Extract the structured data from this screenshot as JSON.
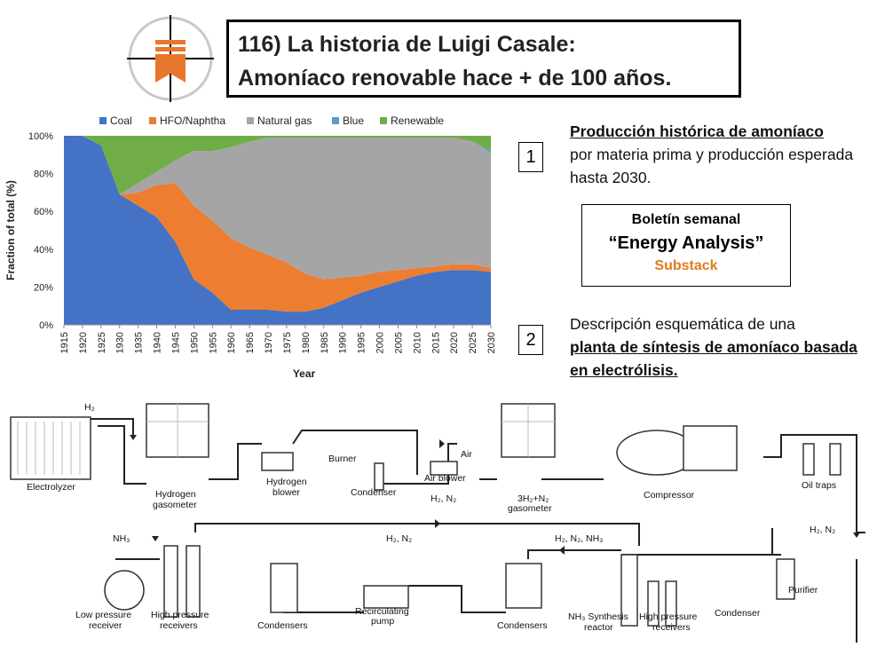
{
  "header": {
    "title_line1": "116) La historia de Luigi Casale:",
    "title_line2": "Amoníaco renovable hace + de 100 años."
  },
  "chart_data": {
    "type": "area",
    "stacked": true,
    "x": [
      1915,
      1920,
      1925,
      1930,
      1935,
      1940,
      1945,
      1950,
      1955,
      1960,
      1965,
      1970,
      1975,
      1980,
      1985,
      1990,
      1995,
      2000,
      2005,
      2010,
      2015,
      2020,
      2025,
      2030
    ],
    "x_tick_labels": [
      "1915",
      "1920",
      "1925",
      "1930",
      "1935",
      "1940",
      "1945",
      "1950",
      "1955",
      "1960",
      "1965",
      "1970",
      "1975",
      "1980",
      "1985",
      "1990",
      "1995",
      "2000",
      "2005",
      "2010",
      "2015",
      "2020",
      "2025",
      "2030"
    ],
    "series": [
      {
        "name": "Coal",
        "color": "#4472c4",
        "values": [
          100,
          100,
          95,
          69,
          63,
          57,
          44,
          24,
          17,
          8,
          8,
          8,
          7,
          7,
          9,
          13,
          17,
          20,
          23,
          26,
          28,
          29,
          29,
          28
        ]
      },
      {
        "name": "HFO/Naphtha",
        "color": "#ed7d31",
        "values": [
          0,
          0,
          0,
          0,
          7,
          17,
          31,
          39,
          38,
          38,
          33,
          29,
          26,
          20,
          15,
          12,
          9,
          8,
          6,
          4,
          3,
          3,
          3,
          2
        ]
      },
      {
        "name": "Natural gas",
        "color": "#a5a5a5",
        "values": [
          0,
          0,
          0,
          0,
          5,
          7,
          12,
          29,
          37,
          48,
          56,
          62,
          66,
          72,
          75,
          74,
          73,
          71,
          70,
          69,
          68,
          67,
          65,
          61
        ]
      },
      {
        "name": "Blue",
        "color": "#5b9bd5",
        "values": [
          0,
          0,
          0,
          0,
          0,
          0,
          0,
          0,
          0,
          0,
          0,
          0,
          0,
          0,
          0,
          0,
          0,
          0,
          0,
          0,
          0,
          0,
          0,
          1
        ]
      },
      {
        "name": "Renewable",
        "color": "#70ad47",
        "values": [
          0,
          0,
          5,
          31,
          25,
          19,
          13,
          8,
          8,
          6,
          3,
          1,
          1,
          1,
          1,
          1,
          1,
          1,
          1,
          1,
          1,
          1,
          3,
          8
        ]
      }
    ],
    "ylabel": "Fraction of total (%)",
    "xlabel": "Year",
    "ylim": [
      0,
      100
    ],
    "y_tick_labels": [
      "0%",
      "20%",
      "40%",
      "60%",
      "80%",
      "100%"
    ],
    "legend_position": "top",
    "grid": false
  },
  "panel": {
    "num1": "1",
    "note1_bold": "Producción histórica de amoníaco",
    "note1_rest": "por materia prima y producción esperada hasta 2030.",
    "bulletin_l1": "Boletín semanal",
    "bulletin_l2": "“Energy Analysis”",
    "bulletin_l3": "Substack",
    "num2": "2",
    "note2_plain": "Descripción esquemática de una",
    "note2_bold": "planta de síntesis de amoníaco basada en electrólisis."
  },
  "schematic": {
    "labels": {
      "h2": "H₂",
      "electrolyzer": "Electrolyzer",
      "hydrogen_gasometer_1": "Hydrogen",
      "hydrogen_gasometer_2": "gasometer",
      "hydrogen_blower_1": "Hydrogen",
      "hydrogen_blower_2": "blower",
      "burner": "Burner",
      "air": "Air",
      "air_blower": "Air blower",
      "condenser_top": "Condenser",
      "h2n2_top": "H₂, N₂",
      "gasometer_3h2_1": "3H₂+N₂",
      "gasometer_3h2_2": "gasometer",
      "compressor": "Compressor",
      "oil_traps": "Oil traps",
      "h2n2_right": "H₂, N₂",
      "purifier": "Purifier",
      "condenser_bottom": "Condenser",
      "hp_receivers_r1": "High pressure",
      "hp_receivers_r2": "receivers",
      "synthesis_reactor_1": "NH₃ Synthesis",
      "synthesis_reactor_2": "reactor",
      "h2n2nh3": "H₂, N₂, NH₃",
      "condensers_mid": "Condensers",
      "h2n2_mid": "H₂, N₂",
      "recirculating_1": "Recirculating",
      "recirculating_2": "pump",
      "condensers_left": "Condensers",
      "nh3": "NH₃",
      "lp_receiver_1": "Low pressure",
      "lp_receiver_2": "receiver",
      "hp_receivers_l1": "High pressure",
      "hp_receivers_l2": "receivers"
    }
  }
}
